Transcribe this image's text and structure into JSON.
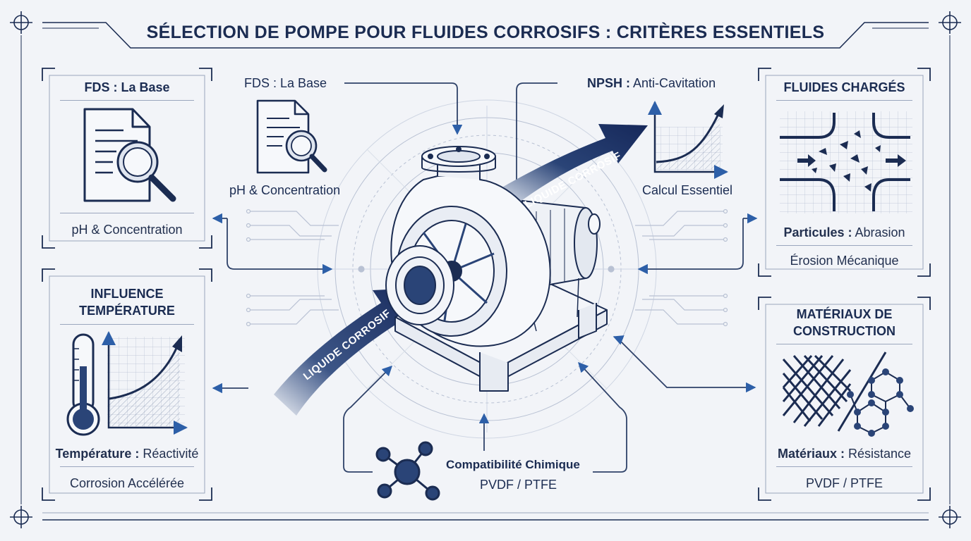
{
  "title": "SÉLECTION DE POMPE POUR FLUIDES CORROSIFS : CRITÈRES ESSENTIELS",
  "panels": {
    "fds": {
      "title": "FDS : La Base",
      "caption": "pH & Concentration"
    },
    "temperature": {
      "title_line1": "INFLUENCE",
      "title_line2": "TEMPÉRATURE",
      "caption_bold": "Température :",
      "caption_rest": " Réactivité",
      "caption2": "Corrosion Accélérée"
    },
    "fluides": {
      "title": "FLUIDES CHARGÉS",
      "caption_bold": "Particules :",
      "caption_rest": " Abrasion",
      "caption2": "Érosion Mécanique"
    },
    "materiaux": {
      "title_line1": "MATÉRIAUX DE",
      "title_line2": "CONSTRUCTION",
      "caption_bold": "Matériaux :",
      "caption_rest": " Résistance",
      "caption2": "PVDF / PTFE"
    }
  },
  "center": {
    "fds_label": "FDS : La Base",
    "fds_caption": "pH & Concentration",
    "npsh_bold": "NPSH :",
    "npsh_rest": " Anti-Cavitation",
    "npsh_caption": "Calcul Essentiel",
    "compat_title": "Compatibilité Chimique",
    "compat_caption": "PVDF / PTFE",
    "liquid_in": "LIQUIDE CORROSIF",
    "liquid_out": "LIQUIDE CORROSIF"
  },
  "colors": {
    "navy": "#1b2c52",
    "accent_blue": "#2d5fa8",
    "line": "#2f4269",
    "background": "#f2f4f8"
  }
}
